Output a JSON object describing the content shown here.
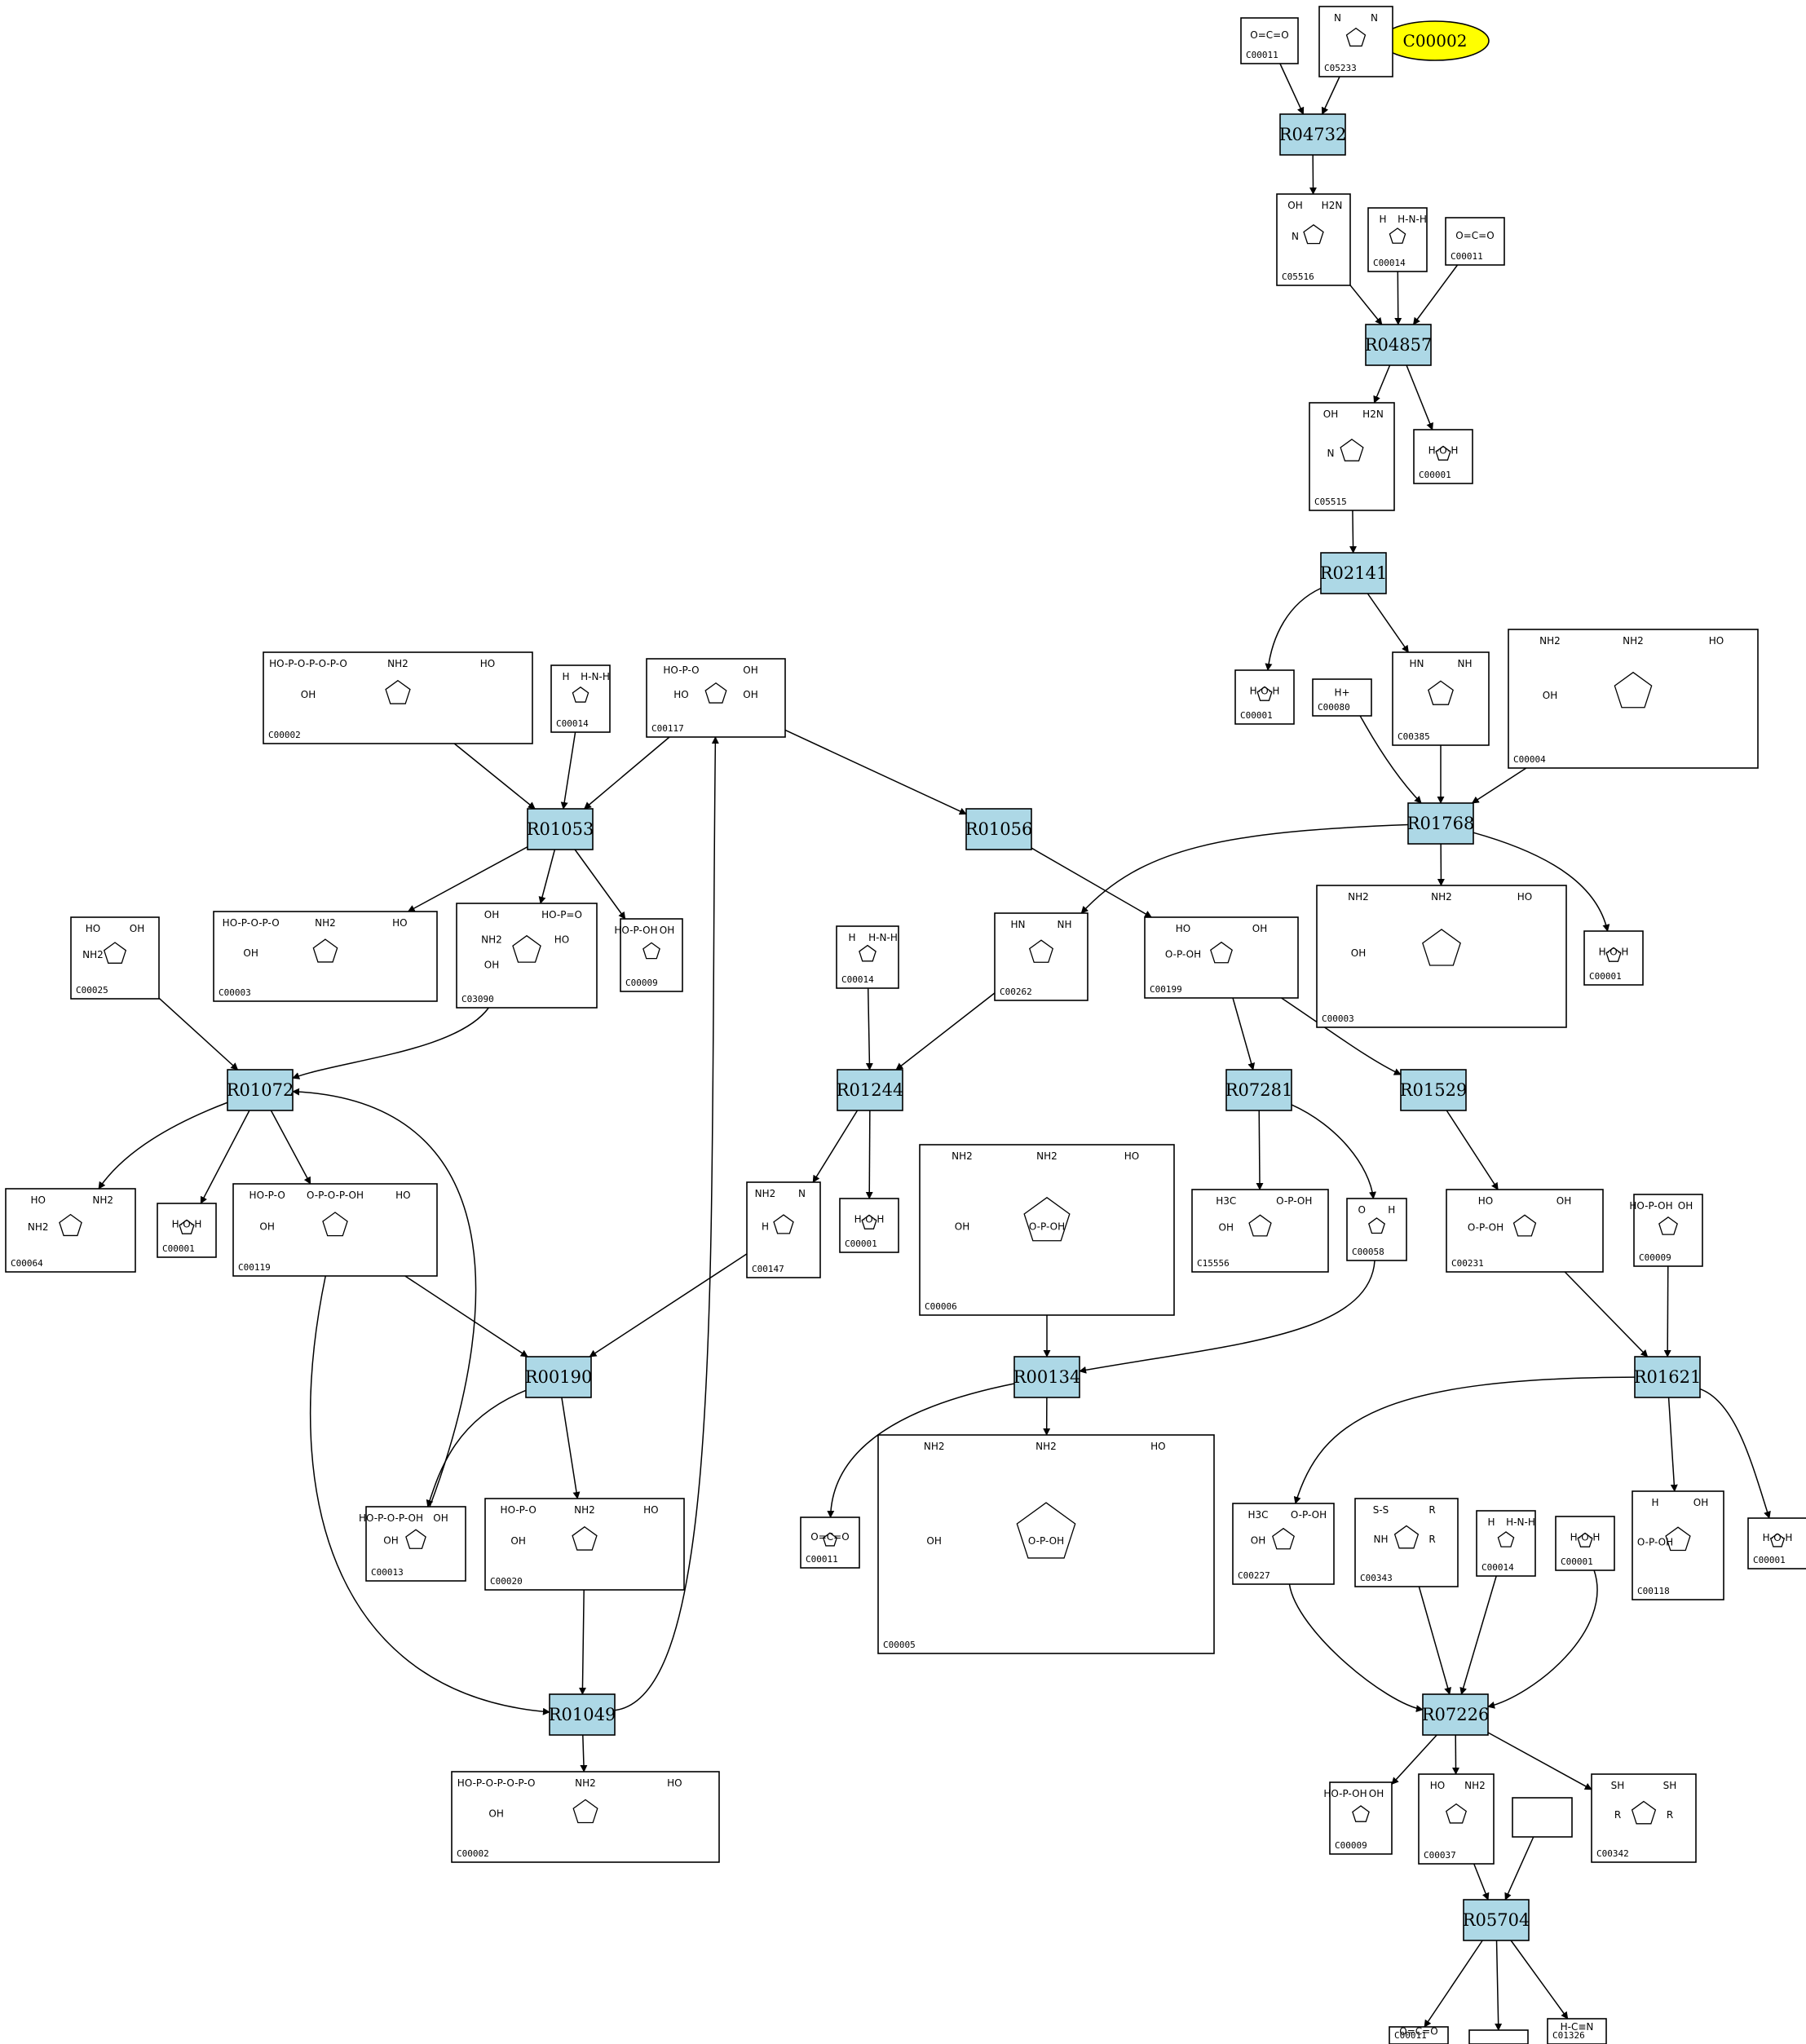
{
  "highlight": {
    "label": "C00002"
  },
  "reactions": [
    {
      "id": "R04732",
      "label": "R04732"
    },
    {
      "id": "R04857",
      "label": "R04857"
    },
    {
      "id": "R02141",
      "label": "R02141"
    },
    {
      "id": "R01768",
      "label": "R01768"
    },
    {
      "id": "R01053",
      "label": "R01053"
    },
    {
      "id": "R01056",
      "label": "R01056"
    },
    {
      "id": "R01072",
      "label": "R01072"
    },
    {
      "id": "R01244",
      "label": "R01244"
    },
    {
      "id": "R07281",
      "label": "R07281"
    },
    {
      "id": "R01529",
      "label": "R01529"
    },
    {
      "id": "R00190",
      "label": "R00190"
    },
    {
      "id": "R00134",
      "label": "R00134"
    },
    {
      "id": "R01621",
      "label": "R01621"
    },
    {
      "id": "R01049",
      "label": "R01049"
    },
    {
      "id": "R07226",
      "label": "R07226"
    },
    {
      "id": "R05704",
      "label": "R05704"
    }
  ],
  "compounds": [
    {
      "id": "n1",
      "label": "C00011",
      "mol": [
        "O=C=O"
      ]
    },
    {
      "id": "n2",
      "label": "C05233",
      "mol": [
        "N",
        "N"
      ]
    },
    {
      "id": "n3",
      "label": "C05516",
      "mol": [
        "OH",
        "H2N",
        "N"
      ]
    },
    {
      "id": "n4",
      "label": "C00014",
      "mol": [
        "H",
        "H-N-H"
      ]
    },
    {
      "id": "n5",
      "label": "C00011",
      "mol": [
        "O=C=O"
      ]
    },
    {
      "id": "n6",
      "label": "C05515",
      "mol": [
        "OH",
        "H2N",
        "N"
      ]
    },
    {
      "id": "n7",
      "label": "C00001",
      "mol": [
        "H-O-H"
      ]
    },
    {
      "id": "n8",
      "label": "C00001",
      "mol": [
        "H-O-H"
      ]
    },
    {
      "id": "n9",
      "label": "C00080",
      "mol": [
        "H+"
      ]
    },
    {
      "id": "n10",
      "label": "C00385",
      "mol": [
        "HN",
        "NH"
      ]
    },
    {
      "id": "n11",
      "label": "C00004",
      "mol": [
        "NH2",
        "NH2",
        "HO",
        "OH"
      ]
    },
    {
      "id": "n12",
      "label": "C00002",
      "mol": [
        "HO-P-O-P-O-P-O",
        "NH2",
        "HO",
        "OH"
      ]
    },
    {
      "id": "n13",
      "label": "C00014",
      "mol": [
        "H",
        "H-N-H"
      ]
    },
    {
      "id": "n14",
      "label": "C00117",
      "mol": [
        "HO-P-O",
        "OH",
        "HO",
        "OH"
      ]
    },
    {
      "id": "n15",
      "label": "C00003",
      "mol": [
        "HO-P-O-P-O",
        "NH2",
        "HO",
        "OH"
      ]
    },
    {
      "id": "n16",
      "label": "C03090",
      "mol": [
        "OH",
        "HO-P=O",
        "NH2",
        "HO",
        "OH"
      ]
    },
    {
      "id": "n17",
      "label": "C00009",
      "mol": [
        "HO-P-OH",
        "OH"
      ]
    },
    {
      "id": "n18",
      "label": "C00025",
      "mol": [
        "HO",
        "OH",
        "NH2"
      ]
    },
    {
      "id": "n19",
      "label": "C00014",
      "mol": [
        "H",
        "H-N-H"
      ]
    },
    {
      "id": "n20",
      "label": "C00262",
      "mol": [
        "HN",
        "NH"
      ]
    },
    {
      "id": "n21",
      "label": "C00199",
      "mol": [
        "HO",
        "OH",
        "O-P-OH"
      ]
    },
    {
      "id": "n22",
      "label": "C00003",
      "mol": [
        "NH2",
        "NH2",
        "HO",
        "OH"
      ]
    },
    {
      "id": "n23",
      "label": "C00001",
      "mol": [
        "H-O-H"
      ]
    },
    {
      "id": "n24",
      "label": "C00064",
      "mol": [
        "HO",
        "NH2",
        "NH2"
      ]
    },
    {
      "id": "n25",
      "label": "C00001",
      "mol": [
        "H-O-H"
      ]
    },
    {
      "id": "n26",
      "label": "C00119",
      "mol": [
        "HO-P-O",
        "O-P-O-P-OH",
        "HO",
        "OH"
      ]
    },
    {
      "id": "n27",
      "label": "C00147",
      "mol": [
        "NH2",
        "N",
        "H"
      ]
    },
    {
      "id": "n28",
      "label": "C00001",
      "mol": [
        "H-O-H"
      ]
    },
    {
      "id": "n29",
      "label": "C00006",
      "mol": [
        "NH2",
        "NH2",
        "HO",
        "OH",
        "O-P-OH"
      ]
    },
    {
      "id": "n30",
      "label": "C15556",
      "mol": [
        "H3C",
        "O-P-OH",
        "OH"
      ]
    },
    {
      "id": "n31",
      "label": "C00058",
      "mol": [
        "O",
        "H"
      ]
    },
    {
      "id": "n32",
      "label": "C00231",
      "mol": [
        "HO",
        "OH",
        "O-P-OH"
      ]
    },
    {
      "id": "n33",
      "label": "C00009",
      "mol": [
        "HO-P-OH",
        "OH"
      ]
    },
    {
      "id": "n34",
      "label": "C00013",
      "mol": [
        "HO-P-O-P-OH",
        "OH",
        "OH"
      ]
    },
    {
      "id": "n35",
      "label": "C00020",
      "mol": [
        "HO-P-O",
        "NH2",
        "HO",
        "OH"
      ]
    },
    {
      "id": "n36",
      "label": "C00011",
      "mol": [
        "O=C=O"
      ]
    },
    {
      "id": "n37",
      "label": "C00005",
      "mol": [
        "NH2",
        "NH2",
        "HO",
        "OH",
        "O-P-OH"
      ]
    },
    {
      "id": "n38",
      "label": "C00227",
      "mol": [
        "H3C",
        "O-P-OH",
        "OH"
      ]
    },
    {
      "id": "n39",
      "label": "C00343",
      "mol": [
        "S-S",
        "R",
        "NH",
        "R"
      ]
    },
    {
      "id": "n40",
      "label": "C00014",
      "mol": [
        "H",
        "H-N-H"
      ]
    },
    {
      "id": "n41",
      "label": "C00001",
      "mol": [
        "H-O-H"
      ]
    },
    {
      "id": "n42",
      "label": "C00118",
      "mol": [
        "H",
        "OH",
        "O-P-OH"
      ]
    },
    {
      "id": "n43",
      "label": "C00001",
      "mol": [
        "H-O-H"
      ]
    },
    {
      "id": "n44",
      "label": "C00002",
      "mol": [
        "HO-P-O-P-O-P-O",
        "NH2",
        "HO",
        "OH"
      ]
    },
    {
      "id": "n45",
      "label": "C00009",
      "mol": [
        "HO-P-OH",
        "OH"
      ]
    },
    {
      "id": "n46",
      "label": "C00037",
      "mol": [
        "HO",
        "NH2"
      ]
    },
    {
      "id": "n47",
      "label": "",
      "mol": []
    },
    {
      "id": "n48",
      "label": "C00342",
      "mol": [
        "SH",
        "SH",
        "R",
        "R"
      ]
    },
    {
      "id": "n49",
      "label": "C00011",
      "mol": [
        "O=C=O"
      ]
    },
    {
      "id": "n50",
      "label": "",
      "mol": []
    },
    {
      "id": "n51",
      "label": "C01326",
      "mol": [
        "H-C≡N"
      ]
    }
  ]
}
